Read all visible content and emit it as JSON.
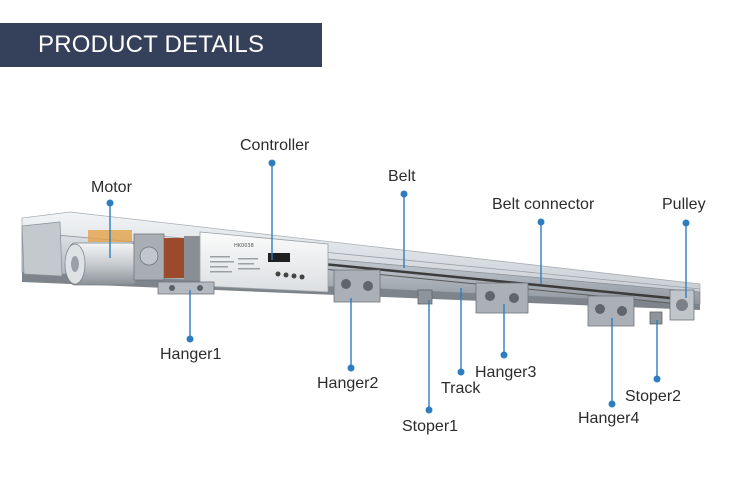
{
  "banner": {
    "title": "PRODUCT DETAILS",
    "color": "#35405a"
  },
  "accent_color": "#2f7dc1",
  "labels": {
    "controller": "Controller",
    "motor": "Motor",
    "belt": "Belt",
    "belt_connector": "Belt connector",
    "pulley": "Pulley",
    "hanger1": "Hanger1",
    "hanger2": "Hanger2",
    "hanger3": "Hanger3",
    "hanger4": "Hanger4",
    "track": "Track",
    "stoper1": "Stoper1",
    "stoper2": "Stoper2"
  },
  "controller_panel": {
    "model": "HK0038"
  }
}
